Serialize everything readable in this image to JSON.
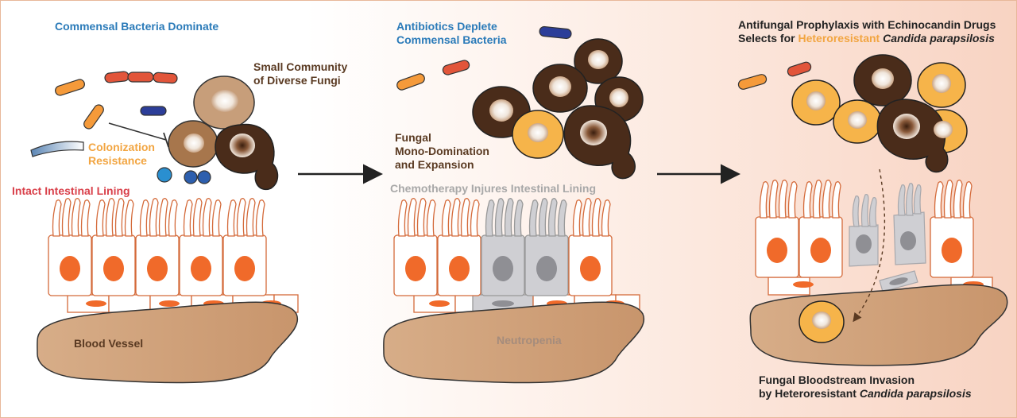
{
  "panel1": {
    "title": "Commensal Bacteria Dominate",
    "fungi_label": [
      "Small Community",
      "of Diverse Fungi"
    ],
    "resistance_label": [
      "Colonization",
      "Resistance"
    ],
    "lining_label": "Intact Intestinal Lining",
    "vessel_label": "Blood Vessel"
  },
  "panel2": {
    "title": [
      "Antibiotics Deplete",
      "Commensal Bacteria"
    ],
    "fungal_label": [
      "Fungal",
      "Mono-Domination",
      "and Expansion"
    ],
    "chemo_label": "Chemotherapy Injures Intestinal Lining",
    "vessel_label": "Neutropenia"
  },
  "panel3": {
    "title_line1": "Antifungal Prophylaxis with Echinocandin Drugs",
    "title_line2_prefix": "Selects for ",
    "title_line2_highlight": "Heteroresistant",
    "title_line2_species": "Candida parapsilosis",
    "invasion_line1": "Fungal Bloodstream Invasion",
    "invasion_line2_prefix": "by Heteroresistant ",
    "invasion_line2_species": "Candida parapsilosis"
  },
  "colors": {
    "commensal_blue": "#2b7bb9",
    "resistance_orange": "#f2a541",
    "lining_red": "#d9404a",
    "fungus_brown": "#4a2c1a",
    "candida_orange": "#f6b44a",
    "nucleus_orange": "#f06a2a",
    "injured_gray": "#cfcfd3",
    "vessel_tan": "#d9b08c"
  }
}
